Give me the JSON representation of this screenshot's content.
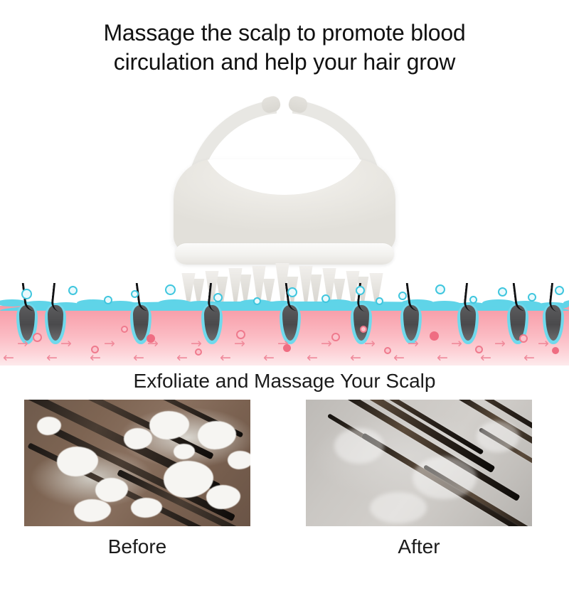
{
  "headline": {
    "line1": "Massage the scalp to promote blood",
    "line2": "circulation and help your hair grow"
  },
  "product": {
    "name": "silicone scalp massage shampoo brush",
    "body_color": "#ece9e4",
    "rim_color": "#f5f4f1",
    "bristle_color": "#e3e1dc",
    "bristle_count_front": 9,
    "bristle_count_back": 8
  },
  "scalp_diagram": {
    "skin_color": "#f79aa6",
    "water_color": "#5fd4e8",
    "hair_color": "#111214",
    "follicle_bulb_color": "#4a4a4c",
    "arrow_color": "#f08a9b",
    "bubble_color": "#3fc6de",
    "follicle_count": 10,
    "bubble_count": 17,
    "arrow_row_right": "→",
    "arrow_row_left": "←"
  },
  "section": {
    "caption": "Exfoliate and Massage Your Scalp"
  },
  "comparison": {
    "before": {
      "label": "Before",
      "description": "scalp with dandruff flakes and buildup"
    },
    "after": {
      "label": "After",
      "description": "clean scalp with healthy hair strands"
    }
  }
}
